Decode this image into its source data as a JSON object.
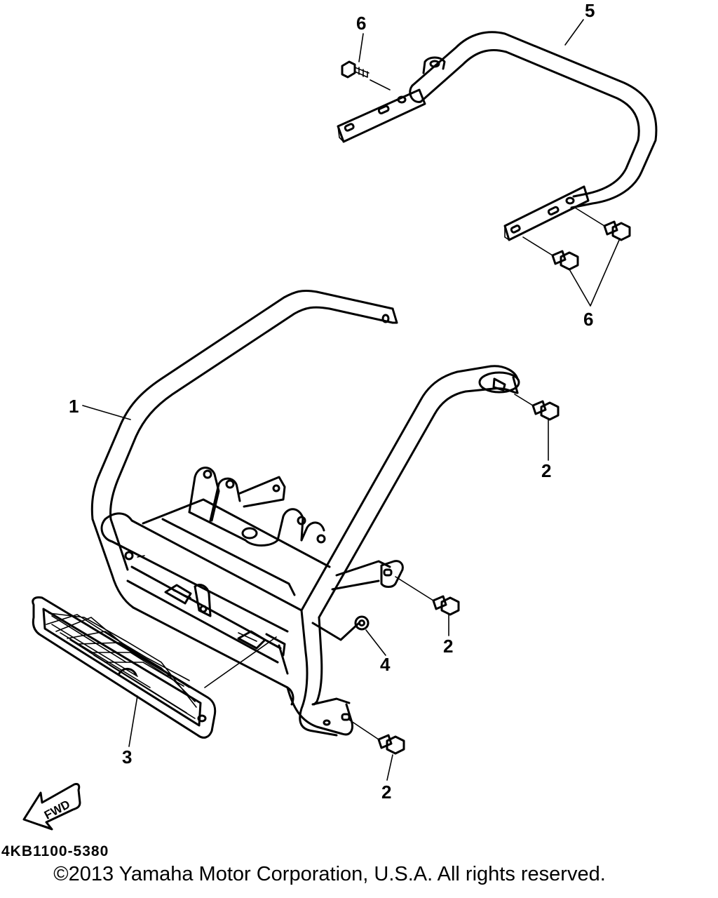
{
  "callouts": {
    "c1": "1",
    "c2a": "2",
    "c2b": "2",
    "c2c": "2",
    "c3": "3",
    "c4": "4",
    "c5": "5",
    "c6a": "6",
    "c6b": "6"
  },
  "fwd_label": "FWD",
  "drawing_code": "4KB1100-5380",
  "copyright": "©2013 Yamaha Motor Corporation, U.S.A. All rights reserved."
}
